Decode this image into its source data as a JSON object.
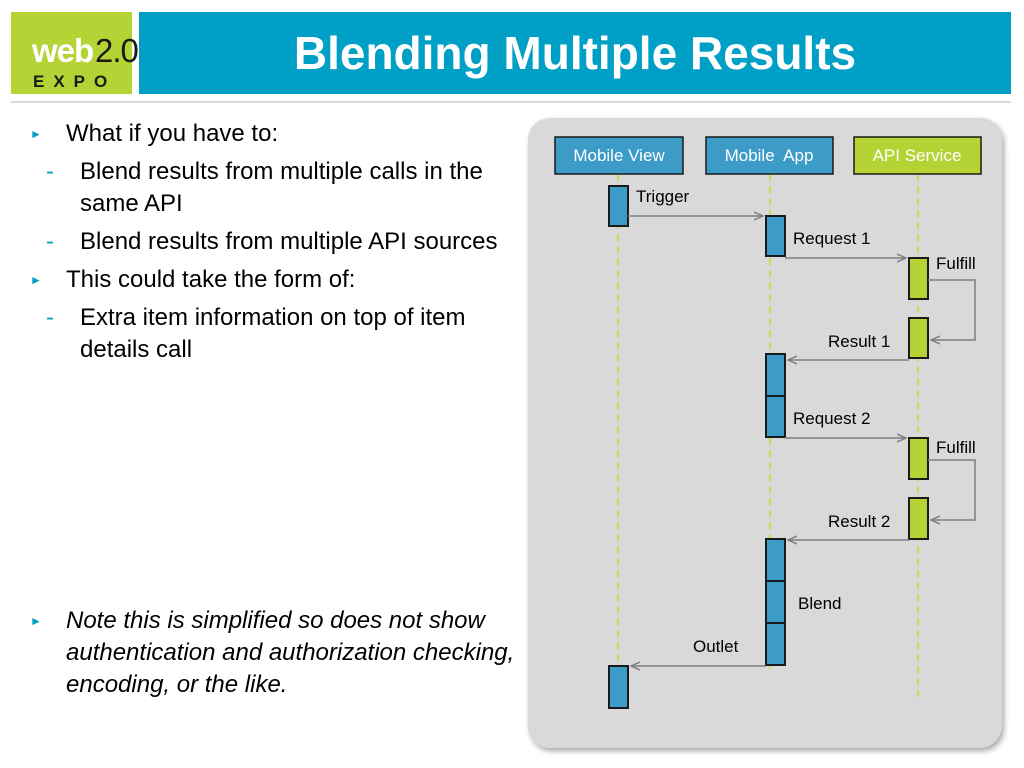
{
  "logo": {
    "web": "web",
    "version": "2.0",
    "expo": "EXPO"
  },
  "title": "Blending Multiple Results",
  "bullets": {
    "b1": "What if you have to:",
    "b1_sub1": "Blend results from multiple calls in the same API",
    "b1_sub2": "Blend results from multiple API sources",
    "b2": "This could take the form of:",
    "b2_sub1": "Extra item information on top of item details call",
    "note": "Note this is simplified so does not show authentication and authorization checking, encoding, or the like."
  },
  "diagram": {
    "participants": [
      "Mobile View",
      "Mobile  App",
      "API Service"
    ],
    "messages": {
      "trigger": "Trigger",
      "request1": "Request 1",
      "fulfill1": "Fulfill",
      "result1": "Result 1",
      "request2": "Request 2",
      "fulfill2": "Fulfill",
      "result2": "Result 2",
      "blend": "Blend",
      "outlet": "Outlet"
    }
  },
  "colors": {
    "title_bar": "#00a0c6",
    "logo": "#b5d334",
    "blue_box": "#3d9cc7",
    "green_box": "#b5d334",
    "lifeline": "#c8dc50",
    "arrow": "#7f7f7f",
    "diagram_bg": "#d9d9d9"
  }
}
